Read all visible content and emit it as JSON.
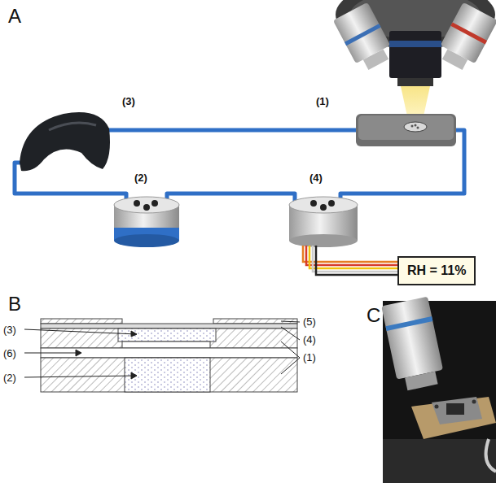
{
  "diagram": {
    "nodes": [
      {
        "text": [
          "RH = 11%"
        ]
      }
    ],
    "labels": [
      "A",
      "(3)",
      "(1)",
      "(2)",
      "(4)",
      "B",
      "(3)",
      "(5)",
      "(4)",
      "(6)",
      "(1)",
      "(2)",
      "C"
    ]
  }
}
